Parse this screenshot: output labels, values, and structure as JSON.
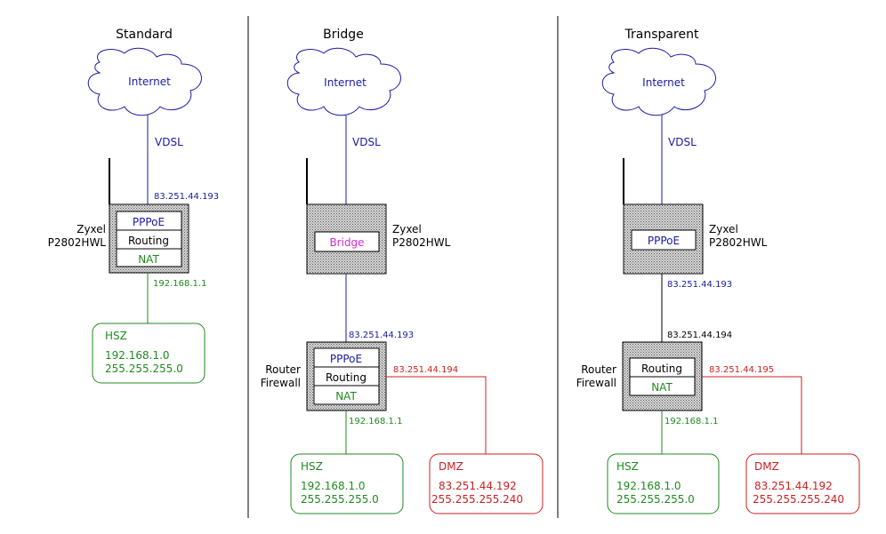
{
  "colors": {
    "wan": "#1a1aa6",
    "lan": "#1f8a1f",
    "dmz": "#cc1f1f",
    "bridge_text": "#d42ad4",
    "line_black": "#000000"
  },
  "panels": {
    "standard": {
      "title": "Standard",
      "cloud_label": "Internet",
      "link_label": "VDSL",
      "wan_ip": "83.251.44.193",
      "device_name_line1": "Zyxel",
      "device_name_line2": "P2802HWL",
      "device_rows": [
        "PPPoE",
        "Routing",
        "NAT"
      ],
      "lan_ip": "192.168.1.1",
      "hsz": {
        "title": "HSZ",
        "net": "192.168.1.0",
        "mask": "255.255.255.0"
      }
    },
    "bridge": {
      "title": "Bridge",
      "cloud_label": "Internet",
      "link_label": "VDSL",
      "modem_name_line1": "Zyxel",
      "modem_name_line2": "P2802HWL",
      "modem_mode": "Bridge",
      "router_wan_ip": "83.251.44.193",
      "router_name_line1": "Router",
      "router_name_line2": "Firewall",
      "router_rows": [
        "PPPoE",
        "Routing",
        "NAT"
      ],
      "dmz_ip": "83.251.44.194",
      "lan_ip": "192.168.1.1",
      "hsz": {
        "title": "HSZ",
        "net": "192.168.1.0",
        "mask": "255.255.255.0"
      },
      "dmz": {
        "title": "DMZ",
        "net": "83.251.44.192",
        "mask": "255.255.255.240"
      }
    },
    "transparent": {
      "title": "Transparent",
      "cloud_label": "Internet",
      "link_label": "VDSL",
      "modem_name_line1": "Zyxel",
      "modem_name_line2": "P2802HWL",
      "modem_mode": "PPPoE",
      "modem_lan_ip": "83.251.44.193",
      "router_wan_ip": "83.251.44.194",
      "router_name_line1": "Router",
      "router_name_line2": "Firewall",
      "router_rows": [
        "Routing",
        "NAT"
      ],
      "dmz_ip": "83.251.44.195",
      "lan_ip": "192.168.1.1",
      "hsz": {
        "title": "HSZ",
        "net": "192.168.1.0",
        "mask": "255.255.255.0"
      },
      "dmz": {
        "title": "DMZ",
        "net": "83.251.44.192",
        "mask": "255.255.255.240"
      }
    }
  }
}
